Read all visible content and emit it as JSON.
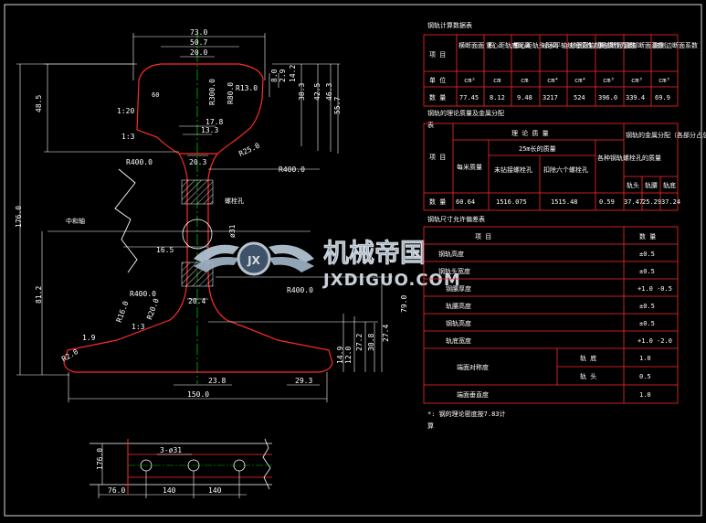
{
  "profile": {
    "rail_mark": "60",
    "dims": {
      "d73": "73.0",
      "d507": "50.7",
      "d200a": "20.0",
      "d485": "48.5",
      "r13": "R13.0",
      "r300": "R300.0",
      "r80": "R80.0",
      "d178": "17.8",
      "d133": "13.3",
      "s120": "1:20",
      "s13a": "1:3",
      "d80": "8.0",
      "d29": "2.9",
      "d142": "14.2",
      "d383": "38.3",
      "d425": "42.5",
      "d462": "46.3",
      "d557": "55.7",
      "r400a": "R400.0",
      "r400b": "R400.0",
      "d203": "20.3",
      "r250": "R25.0",
      "d165": "16.5",
      "d31": "ø31",
      "d812": "81.2",
      "d176": "176.0",
      "r400c": "R400.0",
      "r400d": "R400.0",
      "d204": "20.4",
      "r160": "R16.0",
      "r200": "R20.0",
      "s13b": "1:3",
      "d19": "1.9",
      "r20": "R2.0",
      "d79": "79.0",
      "d274": "27.4",
      "d308": "30.8",
      "d272": "27.2",
      "d120": "12.0",
      "d149": "14.9",
      "d238": "23.8",
      "d293": "29.3",
      "d150": "150.0"
    },
    "label_neutral_axis": "中和轴",
    "label_bolt_hole": "螺栓孔"
  },
  "bolt_view": {
    "d1760": "176.0",
    "d760": "76.0",
    "d140a": "140",
    "d140b": "140",
    "holes": "3-ø31"
  },
  "watermark": {
    "cn": "机械帝国",
    "en": "JXDIGUO.COM",
    "badge": "JX"
  },
  "table1": {
    "title": "钢轨计算数据表",
    "row_header": "项 目",
    "headers": [
      "横断面面 积",
      "重心距轨底距离",
      "重心距轨头距离",
      "对水平轴线的惯性力矩",
      "对垂直轴线的惯性力矩",
      "下部断面系数",
      "上部断面系数",
      "底侧边断面系数"
    ],
    "unit_label": "单 位",
    "units": [
      "cm²",
      "cm",
      "cm",
      "cm⁴",
      "cm⁴",
      "cm³",
      "cm³",
      "cm³"
    ],
    "value_label": "数 量",
    "values": [
      "77.45",
      "8.12",
      "9.48",
      "3217",
      "524",
      "396.0",
      "339.4",
      "69.9"
    ]
  },
  "table2": {
    "title": "钢轨的理论质量及金属分配",
    "title2": "表",
    "row_header": "项 目",
    "group": "理 论 质 量",
    "sub_group": "25m长的质量",
    "col_a": "每米质量",
    "col_b": "未钻接螺栓孔",
    "col_c": "扣除六个螺栓孔",
    "col_d": "各种钢轨螺栓孔的质量",
    "col_e": "钢轨的金属分配（各部分占总面积的百分数）",
    "sub_e": [
      "轨头",
      "轨腰",
      "轨底"
    ],
    "value_label": "数 量",
    "values": [
      "60.64",
      "1516.075",
      "1515.48",
      "0.59",
      "37.47",
      "25.29",
      "37.24"
    ]
  },
  "table3": {
    "title": "钢轨尺寸允许偏差表",
    "h_item": "项 目",
    "h_value": "数 量",
    "rows": [
      {
        "name": "钢轨高度",
        "value": "±0.5"
      },
      {
        "name": "钢轨头宽度",
        "value": "±0.5"
      },
      {
        "name": "钢腰厚度",
        "value": "+1.0\n-0.5"
      },
      {
        "name": "轨腰高度",
        "value": "±0.5"
      },
      {
        "name": "钢轨高度",
        "value": "±0.5"
      },
      {
        "name": "轨底宽度",
        "value": "+1.0\n-2.0"
      }
    ],
    "asym_label": "端面对称度",
    "asym_rows": [
      {
        "name": "轨 底",
        "value": "1.0"
      },
      {
        "name": "轨 头",
        "value": "0.5"
      }
    ],
    "last_row": {
      "name": "端面垂直度",
      "value": "1.0"
    }
  },
  "notes": {
    "line1": "*: 钢的理论密度按7.83计",
    "line2": "算"
  }
}
